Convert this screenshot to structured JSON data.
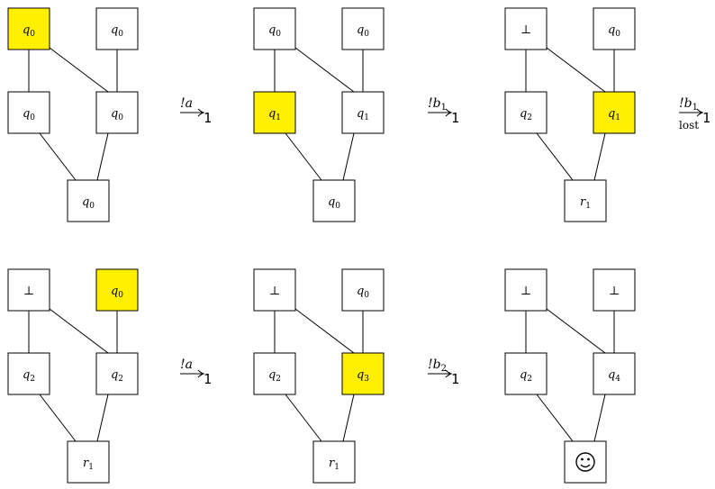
{
  "colors": {
    "highlight": "#FFF000",
    "normal": "#FFFFFF",
    "stroke": "#000000"
  },
  "graphs": [
    {
      "nodes": [
        {
          "label": "q",
          "sub": "0",
          "highlight": true
        },
        {
          "label": "q",
          "sub": "0",
          "highlight": false
        },
        {
          "label": "q",
          "sub": "0",
          "highlight": false
        },
        {
          "label": "q",
          "sub": "0",
          "highlight": false
        },
        {
          "label": "q",
          "sub": "0",
          "highlight": false
        }
      ]
    },
    {
      "nodes": [
        {
          "label": "q",
          "sub": "0",
          "highlight": false
        },
        {
          "label": "q",
          "sub": "0",
          "highlight": false
        },
        {
          "label": "q",
          "sub": "1",
          "highlight": true
        },
        {
          "label": "q",
          "sub": "1",
          "highlight": false
        },
        {
          "label": "q",
          "sub": "0",
          "highlight": false
        }
      ]
    },
    {
      "nodes": [
        {
          "label": "⊥",
          "sub": "",
          "highlight": false
        },
        {
          "label": "q",
          "sub": "0",
          "highlight": false
        },
        {
          "label": "q",
          "sub": "2",
          "highlight": false
        },
        {
          "label": "q",
          "sub": "1",
          "highlight": true
        },
        {
          "label": "r",
          "sub": "1",
          "highlight": false
        }
      ]
    },
    {
      "nodes": [
        {
          "label": "⊥",
          "sub": "",
          "highlight": false
        },
        {
          "label": "q",
          "sub": "0",
          "highlight": true
        },
        {
          "label": "q",
          "sub": "2",
          "highlight": false
        },
        {
          "label": "q",
          "sub": "2",
          "highlight": false
        },
        {
          "label": "r",
          "sub": "1",
          "highlight": false
        }
      ]
    },
    {
      "nodes": [
        {
          "label": "⊥",
          "sub": "",
          "highlight": false
        },
        {
          "label": "q",
          "sub": "0",
          "highlight": false
        },
        {
          "label": "q",
          "sub": "2",
          "highlight": false
        },
        {
          "label": "q",
          "sub": "3",
          "highlight": true
        },
        {
          "label": "r",
          "sub": "1",
          "highlight": false
        }
      ]
    },
    {
      "nodes": [
        {
          "label": "⊥",
          "sub": "",
          "highlight": false
        },
        {
          "label": "⊥",
          "sub": "",
          "highlight": false
        },
        {
          "label": "q",
          "sub": "2",
          "highlight": false
        },
        {
          "label": "q",
          "sub": "4",
          "highlight": false
        },
        {
          "label": "☺",
          "sub": "",
          "highlight": false
        }
      ]
    }
  ],
  "arrows": [
    {
      "label": "!a",
      "sub": "",
      "target": "1",
      "under": ""
    },
    {
      "label": "!b",
      "sub": "1",
      "target": "1",
      "under": ""
    },
    {
      "label": "!b",
      "sub": "1",
      "target": "1",
      "under": "lost"
    },
    {
      "label": "!a",
      "sub": "",
      "target": "1",
      "under": ""
    },
    {
      "label": "!b",
      "sub": "2",
      "target": "1",
      "under": ""
    }
  ]
}
